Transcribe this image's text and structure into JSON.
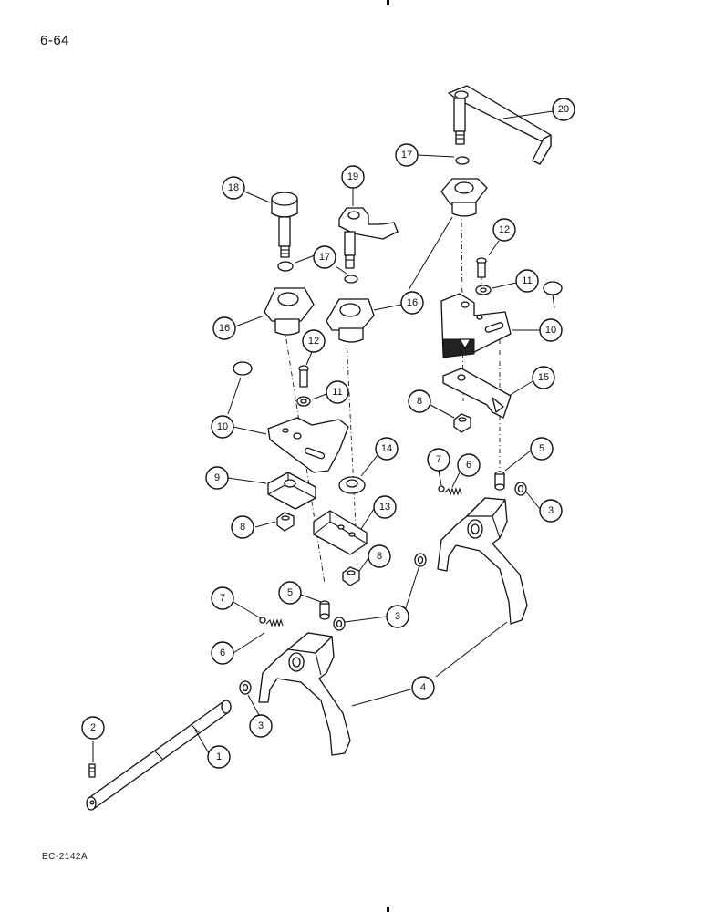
{
  "page": {
    "number": "6-64",
    "ref_code": "EC-2142A"
  },
  "callouts": [
    {
      "id": "c20",
      "label": "20"
    },
    {
      "id": "c17a",
      "label": "17"
    },
    {
      "id": "c18",
      "label": "18"
    },
    {
      "id": "c19",
      "label": "19"
    },
    {
      "id": "c17b",
      "label": "17"
    },
    {
      "id": "c12a",
      "label": "12"
    },
    {
      "id": "c11a",
      "label": "11"
    },
    {
      "id": "c16a",
      "label": "16"
    },
    {
      "id": "c16b",
      "label": "16"
    },
    {
      "id": "c10a",
      "label": "10"
    },
    {
      "id": "c15",
      "label": "15"
    },
    {
      "id": "c12b",
      "label": "12"
    },
    {
      "id": "c11b",
      "label": "11"
    },
    {
      "id": "c8a",
      "label": "8"
    },
    {
      "id": "c10b",
      "label": "10"
    },
    {
      "id": "c5a",
      "label": "5"
    },
    {
      "id": "c7a",
      "label": "7"
    },
    {
      "id": "c6a",
      "label": "6"
    },
    {
      "id": "c14",
      "label": "14"
    },
    {
      "id": "c9",
      "label": "9"
    },
    {
      "id": "c3a",
      "label": "3"
    },
    {
      "id": "c13",
      "label": "13"
    },
    {
      "id": "c8b",
      "label": "8"
    },
    {
      "id": "c8c",
      "label": "8"
    },
    {
      "id": "c5b",
      "label": "5"
    },
    {
      "id": "c7b",
      "label": "7"
    },
    {
      "id": "c3b",
      "label": "3"
    },
    {
      "id": "c6b",
      "label": "6"
    },
    {
      "id": "c4",
      "label": "4"
    },
    {
      "id": "c2",
      "label": "2"
    },
    {
      "id": "c3c",
      "label": "3"
    },
    {
      "id": "c1",
      "label": "1"
    }
  ]
}
